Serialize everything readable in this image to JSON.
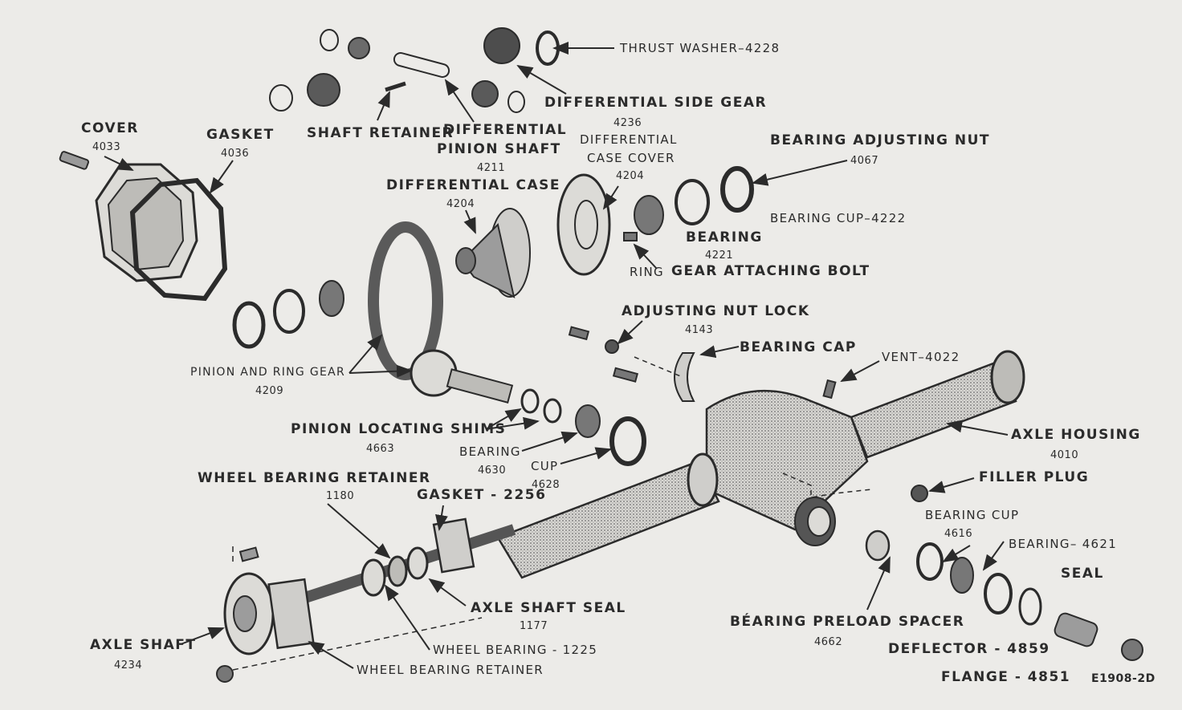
{
  "figure_id": "E1908-2D",
  "parts": {
    "thrust_washer": "THRUST WASHER–4228",
    "diff_side_gear": "DIFFERENTIAL SIDE GEAR",
    "diff_side_gear_no": "4236",
    "cover": "COVER",
    "cover_no": "4033",
    "gasket": "GASKET",
    "gasket_no": "4036",
    "shaft_retainer": "SHAFT RETAINER",
    "diff_pinion_shaft_1": "DIFFERENTIAL",
    "diff_pinion_shaft_2": "PINION SHAFT",
    "diff_pinion_shaft_no": "4211",
    "diff_case": "DIFFERENTIAL CASE",
    "diff_case_no": "4204",
    "diff_case_cover_1": "DIFFERENTIAL",
    "diff_case_cover_2": "CASE COVER",
    "diff_case_cover_no": "4204",
    "bearing_adj_nut": "BEARING ADJUSTING NUT",
    "bearing_adj_nut_no": "4067",
    "bearing_cup_4222": "BEARING CUP–4222",
    "bearing_4221": "BEARING",
    "bearing_4221_no": "4221",
    "ring_gear_bolt_1": "RING",
    "ring_gear_bolt_2": "GEAR ATTACHING BOLT",
    "adj_nut_lock": "ADJUSTING NUT LOCK",
    "adj_nut_lock_no": "4143",
    "bearing_cap": "BEARING CAP",
    "vent": "VENT–4022",
    "pinion_ring_gear": "PINION AND RING GEAR",
    "pinion_ring_gear_no": "4209",
    "pinion_shims": "PINION LOCATING SHIMS",
    "pinion_shims_no": "4663",
    "bearing_4630": "BEARING",
    "bearing_4630_no": "4630",
    "cup_4628": "CUP",
    "cup_4628_no": "4628",
    "axle_housing": "AXLE HOUSING",
    "axle_housing_no": "4010",
    "filler_plug": "FILLER PLUG",
    "wheel_bearing_retainer_top": "WHEEL BEARING RETAINER",
    "wheel_bearing_retainer_top_no": "1180",
    "gasket_2256": "GASKET - 2256",
    "bearing_cup_4616": "BEARING CUP",
    "bearing_cup_4616_no": "4616",
    "bearing_4621": "BEARING– 4621",
    "seal": "SEAL",
    "axle_shaft_seal": "AXLE SHAFT SEAL",
    "axle_shaft_seal_no": "1177",
    "bearing_preload_spacer": "BÉARING PRELOAD SPACER",
    "bearing_preload_spacer_no": "4662",
    "axle_shaft": "AXLE SHAFT",
    "axle_shaft_no": "4234",
    "wheel_bearing": "WHEEL BEARING - 1225",
    "wheel_bearing_retainer_bottom": "WHEEL BEARING RETAINER",
    "deflector": "DEFLECTOR - 4859",
    "flange": "FLANGE - 4851"
  },
  "colors": {
    "paper": "#ecebe8",
    "ink": "#2b2b2b",
    "shade": "#8a8a8a"
  }
}
